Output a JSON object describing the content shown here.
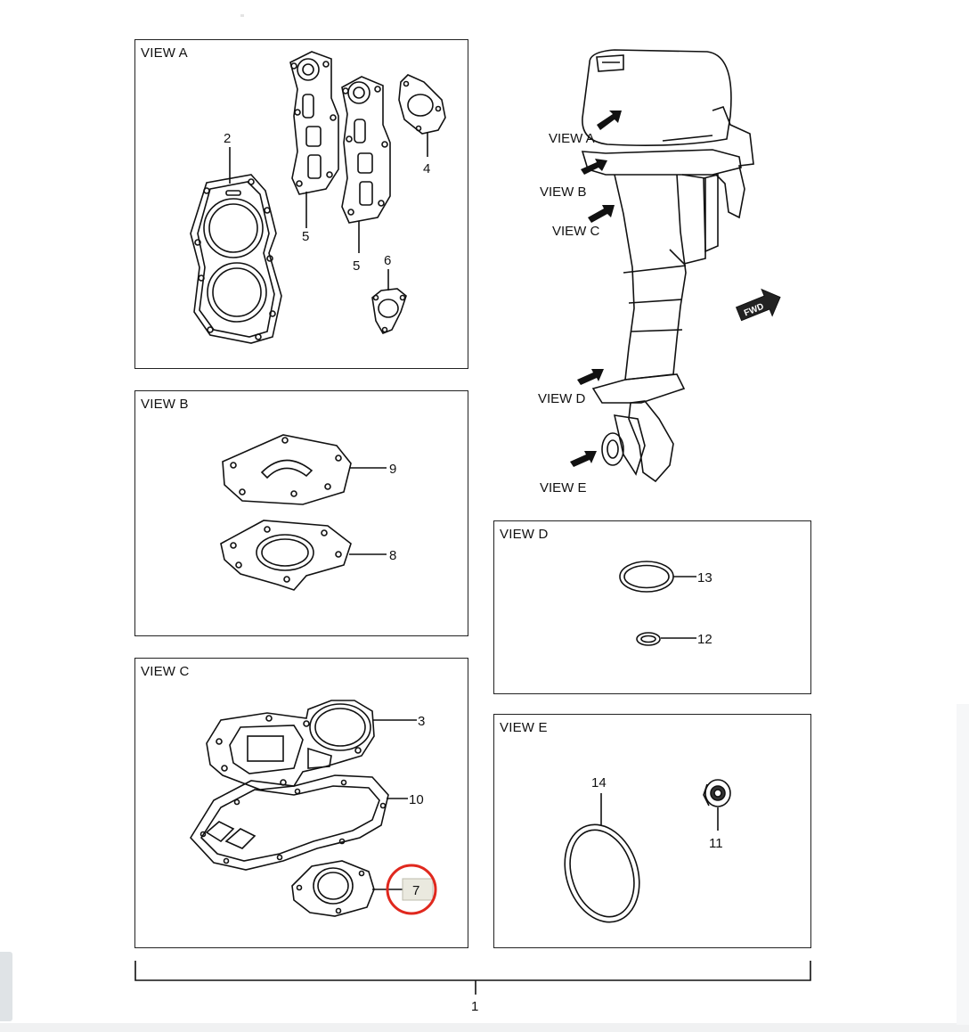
{
  "panels": {
    "view_a": {
      "title": "VIEW A"
    },
    "view_b": {
      "title": "VIEW B"
    },
    "view_c": {
      "title": "VIEW C"
    },
    "view_d": {
      "title": "VIEW D"
    },
    "view_e": {
      "title": "VIEW E"
    }
  },
  "engine": {
    "callouts": {
      "a": "VIEW A",
      "b": "VIEW B",
      "c": "VIEW C",
      "d": "VIEW D",
      "e": "VIEW E"
    },
    "fwd_badge": "FWD"
  },
  "parts": {
    "p1": "1",
    "p2": "2",
    "p3": "3",
    "p4": "4",
    "p5a": "5",
    "p5b": "5",
    "p6": "6",
    "p7": "7",
    "p8": "8",
    "p9": "9",
    "p10": "10",
    "p11": "11",
    "p12": "12",
    "p13": "13",
    "p14": "14"
  },
  "highlight": {
    "part": "7",
    "color": "#e0281e"
  }
}
